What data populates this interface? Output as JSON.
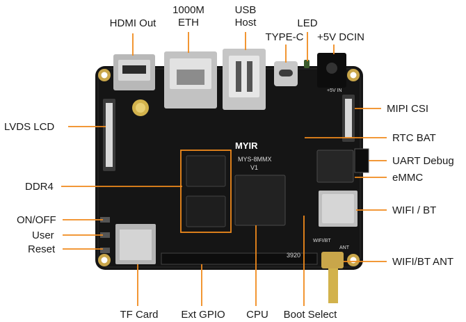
{
  "labels": {
    "hdmi": "HDMI Out",
    "eth_1": "1000M",
    "eth_2": "ETH",
    "usb_1": "USB",
    "usb_2": "Host",
    "typec": "TYPE-C",
    "led": "LED",
    "dcin": "+5V DCIN",
    "mipi": "MIPI CSI",
    "lvds": "LVDS LCD",
    "rtc": "RTC BAT",
    "uart": "UART Debug",
    "emmc": "eMMC",
    "ddr4": "DDR4",
    "wifibt": "WIFI / BT",
    "onoff": "ON/OFF",
    "user": "User",
    "reset": "Reset",
    "ant": "WIFI/BT ANT",
    "tf": "TF Card",
    "gpio": "Ext GPIO",
    "cpu": "CPU",
    "boot": "Boot Select"
  },
  "board": {
    "brand": "MYIR",
    "model": "MYS-8MMX",
    "version": "V1",
    "serial": "3920",
    "silk_wifi": "WIFI/BT",
    "silk_ant": "ANT",
    "silk_5v": "+5V IN"
  },
  "colors": {
    "accent": "#f08a1c",
    "pcb": "#151515",
    "highlight": "#f08a1c"
  }
}
